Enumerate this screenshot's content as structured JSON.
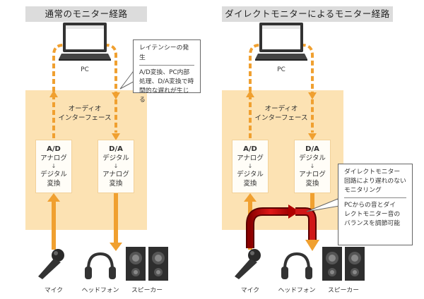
{
  "left": {
    "title": "通常のモニター経路",
    "pc_label": "PC",
    "interface_label_1": "オーディオ",
    "interface_label_2": "インターフェース",
    "ad": {
      "head": "A/D",
      "line1": "アナログ",
      "arrow": "↓",
      "line2": "デジタル",
      "line3": "変換"
    },
    "da": {
      "head": "D/A",
      "line1": "デジタル",
      "arrow": "↓",
      "line2": "アナログ",
      "line3": "変換"
    },
    "note": {
      "heading": "レイテンシーの発生",
      "line1": "A/D変換、PC内部",
      "line2": "処理、D/A変換で時",
      "line3": "間的な遅れが生じる"
    },
    "mic_label": "マイク",
    "headphone_label": "ヘッドフォン",
    "speaker_label": "スピーカー"
  },
  "right": {
    "title": "ダイレクトモニターによるモニター経路",
    "pc_label": "PC",
    "interface_label_1": "オーディオ",
    "interface_label_2": "インターフェース",
    "ad": {
      "head": "A/D",
      "line1": "アナログ",
      "arrow": "↓",
      "line2": "デジタル",
      "line3": "変換"
    },
    "da": {
      "head": "D/A",
      "line1": "デジタル",
      "arrow": "↓",
      "line2": "アナログ",
      "line3": "変換"
    },
    "note": {
      "heading1": "ダイレクトモニター",
      "heading2": "回路により遅れのない",
      "heading3": "モニタリング",
      "line1": "PCからの音とダイ",
      "line2": "レクトモニター音の",
      "line3": "バランスを調節可能"
    },
    "mic_label": "マイク",
    "headphone_label": "ヘッドフォン",
    "speaker_label": "スピーカー"
  },
  "colors": {
    "orange": "#f0a030",
    "interface_bg": "#fce2b3",
    "direct_red": "#c81010"
  }
}
